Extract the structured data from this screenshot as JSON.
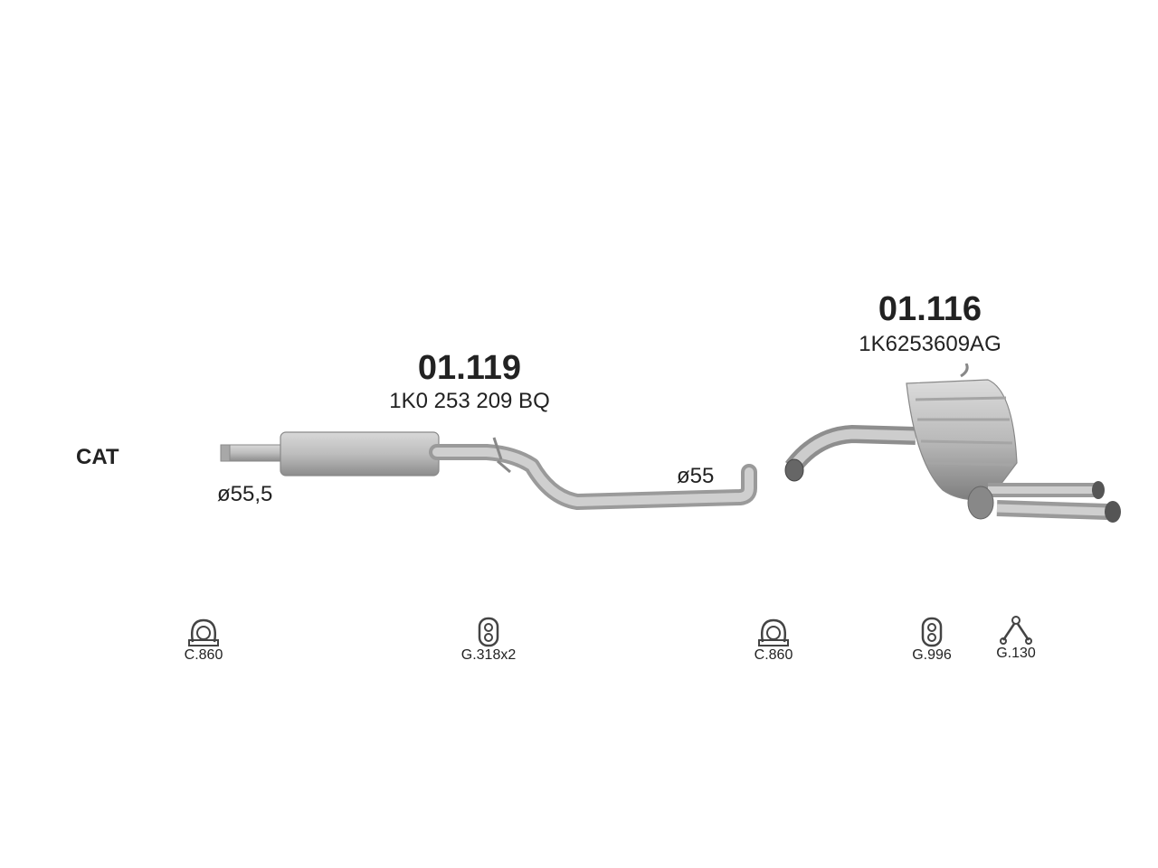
{
  "cat_label": "CAT",
  "parts": [
    {
      "number": "01.119",
      "oem": "1K0 253 209 BQ"
    },
    {
      "number": "01.116",
      "oem": "1K6253609AG"
    }
  ],
  "diameters": {
    "inlet": "ø55,5",
    "outlet": "ø55"
  },
  "accessories": [
    {
      "label": "C.860",
      "icon": "clamp-icon"
    },
    {
      "label": "G.318x2",
      "icon": "rubber-mount-icon"
    },
    {
      "label": "C.860",
      "icon": "clamp-icon"
    },
    {
      "label": "G.996",
      "icon": "rubber-mount-icon"
    },
    {
      "label": "G.130",
      "icon": "hanger-icon"
    }
  ],
  "colors": {
    "pipe": "#b9b9b9",
    "pipe_dark": "#8f8f8f",
    "text": "#222222"
  }
}
